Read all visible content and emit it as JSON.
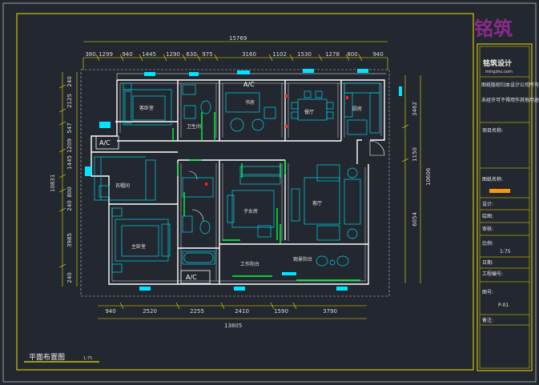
{
  "logo": {
    "glyphs": "铭筑"
  },
  "title_block": {
    "company": "铭筑设计",
    "website": "mingzhu.com",
    "notes": [
      "图纸版权归本设计公司所有",
      "未经许可不得用作其他用途"
    ],
    "fields": [
      {
        "label": "项目名称:",
        "value": ""
      },
      {
        "label": "图纸名称:",
        "value": ""
      },
      {
        "label": "设计:",
        "value": ""
      },
      {
        "label": "绘图:",
        "value": ""
      },
      {
        "label": "审核:",
        "value": ""
      },
      {
        "label": "比例:",
        "value": "1:75"
      },
      {
        "label": "日期:",
        "value": ""
      },
      {
        "label": "工程编号:",
        "value": ""
      },
      {
        "label": "图号:",
        "value": "P-01"
      },
      {
        "label": "备注:",
        "value": ""
      }
    ]
  },
  "plan": {
    "caption": "平面布置图",
    "scale": "1:75",
    "top_total": "15769",
    "top_dims": [
      "380",
      "1299",
      "940",
      "1445",
      "1290",
      "630",
      "975",
      "3160",
      "1102",
      "1530",
      "1278",
      "800",
      "940"
    ],
    "bottom_total": "13805",
    "bottom_dims": [
      "940",
      "2520",
      "2255",
      "2410",
      "1590",
      "3790"
    ],
    "left_total": "10831",
    "left_dims": [
      "240",
      "2125",
      "547",
      "1209",
      "1445",
      "800",
      "240",
      "3985",
      "240"
    ],
    "right_total": "10606",
    "right_dims": [
      "3462",
      "1150",
      "6054"
    ],
    "rooms": {
      "secondary_bedroom": "客卧室",
      "bath_upper": "卫生间",
      "study": "书房",
      "dining": "餐厅",
      "kitchen": "厨房",
      "cloakroom": "衣帽间",
      "master_bedroom": "主卧室",
      "child_room": "子女房",
      "living": "客厅",
      "work_balcony": "工作阳台",
      "view_balcony": "观景阳台"
    },
    "ac_labels": [
      "A/C",
      "A/C",
      "A/C"
    ]
  }
}
